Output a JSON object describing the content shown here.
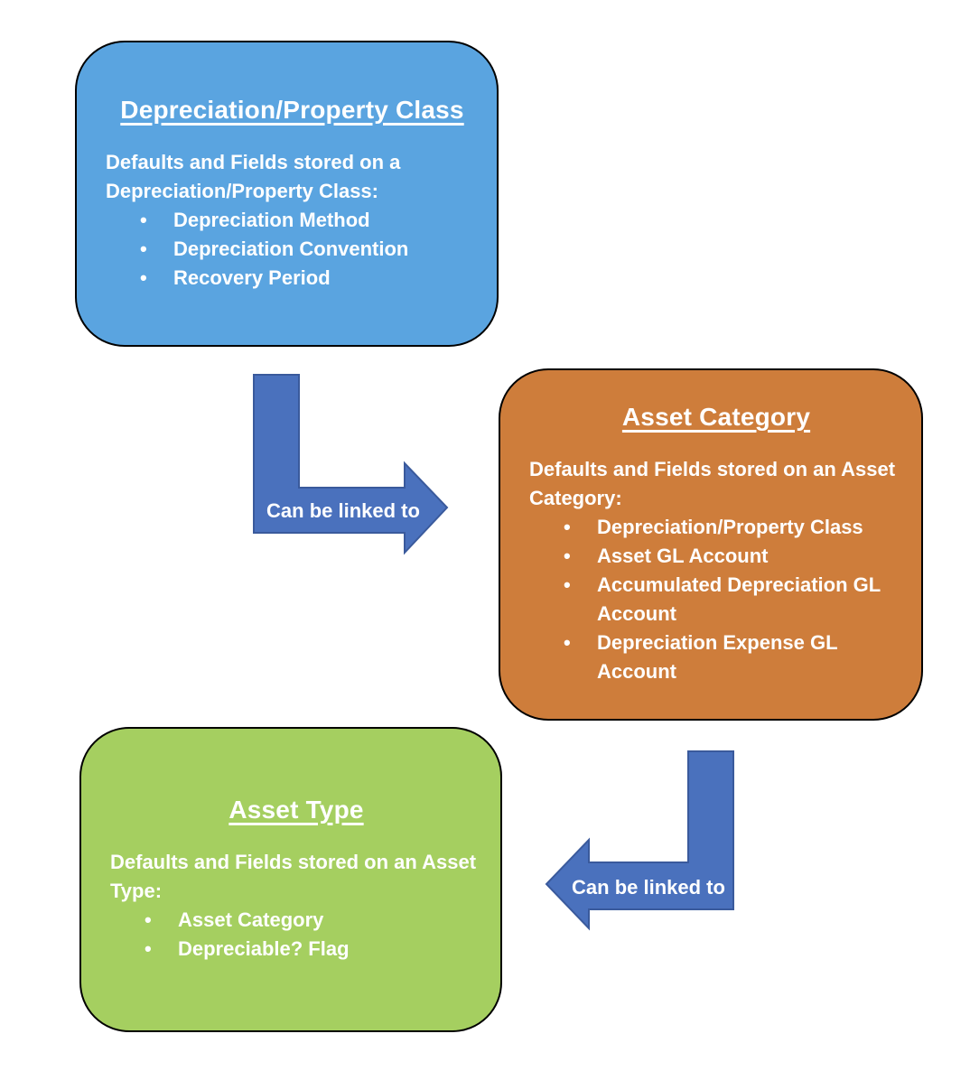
{
  "diagram": {
    "background": "#FFFFFF",
    "node_border_color": "#000000",
    "text_color": "#FFFFFF"
  },
  "nodes": [
    {
      "id": "depreciation-property-class",
      "title": "Depreciation/Property Class",
      "intro": "Defaults and Fields stored on a\nDepreciation/Property Class:",
      "bullets": [
        "Depreciation Method",
        "Depreciation Convention",
        "Recovery Period"
      ],
      "fill": "#5AA4E0"
    },
    {
      "id": "asset-category",
      "title": "Asset Category",
      "intro": "Defaults and Fields stored on an Asset\nCategory:",
      "bullets": [
        "Depreciation/Property Class",
        "Asset GL Account",
        "Accumulated Depreciation GL\nAccount",
        "Depreciation Expense GL\nAccount"
      ],
      "fill": "#CE7D3B"
    },
    {
      "id": "asset-type",
      "title": "Asset Type",
      "intro": "Defaults and Fields stored on an Asset\nType:",
      "bullets": [
        "Asset Category",
        "Depreciable? Flag"
      ],
      "fill": "#A5CF60"
    }
  ],
  "connectors": [
    {
      "label": "Can be linked to",
      "direction": "down-then-right",
      "fill": "#4A71BD",
      "border": "#3A5A9C"
    },
    {
      "label": "Can be linked to",
      "direction": "down-then-left",
      "fill": "#4A71BD",
      "border": "#3A5A9C"
    }
  ]
}
